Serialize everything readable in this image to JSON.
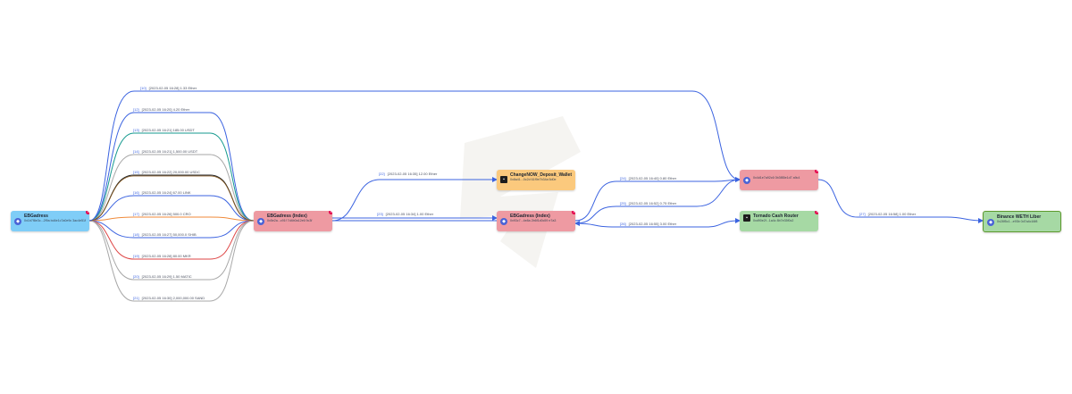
{
  "colors": {
    "blue_node": "#7fcdf7",
    "red_node": "#ee9aa2",
    "orange_node": "#fbc97d",
    "green_node": "#a6d9a4",
    "green_border": "#5d9a2e",
    "edge_blue": "#3b63e0",
    "edge_teal": "#169a8f",
    "edge_gray": "#a7a7a7",
    "edge_orange": "#f08a3a",
    "edge_black": "#222222",
    "edge_red": "#de4646",
    "badge": "#e4004b"
  },
  "nodes": [
    {
      "id": "n0",
      "title": "EBGadress",
      "sub": "0x1b7f8e3c...2f9a bd4e1c7a0e9c 3ac4e51f",
      "sub2": "",
      "color": "#7fcdf7",
      "icon": "ethereum-icon",
      "badge": "3"
    },
    {
      "id": "n1",
      "title": "EBGadress (Index)",
      "sub": "0x5e2a...c91f 7d4b0a12e6 9c3f",
      "sub2": "",
      "color": "#ee9aa2",
      "icon": "ethereum-icon",
      "badge": "3"
    },
    {
      "id": "n2",
      "title": "ChangeNOW_Deposit_Wallet",
      "sub": "0x8a41...0c2d 61f9e7b34a 5d0e",
      "sub2": "",
      "color": "#fbc97d",
      "icon": "exchange-square-icon",
      "badge": ""
    },
    {
      "id": "n3",
      "title": "EBGadress (Index)",
      "sub": "0x93c7...4e8a 2b6f1d0c59 e7a3",
      "sub2": "",
      "color": "#ee9aa2",
      "icon": "ethereum-icon",
      "badge": "3"
    },
    {
      "id": "n4",
      "title": "",
      "sub": "0x4d1e7a92c6 0b3f85e1d7 a9c4",
      "sub2": "",
      "color": "#ee9aa2",
      "icon": "ethereum-icon",
      "badge": "3"
    },
    {
      "id": "n5",
      "title": "Tornado Cash Router",
      "sub": "0xd90e2f...1a4c 8b7e35f0c2",
      "sub2": "",
      "color": "#a6d9a4",
      "icon": "exchange-square-icon",
      "badge": "3"
    },
    {
      "id": "n6",
      "title": "Binance WETH Liber",
      "sub": "0x28f5c1...e93b 0d7a4c16f8",
      "sub2": "",
      "color": "#a6d9a4",
      "icon": "ethereum-icon",
      "badge": ""
    }
  ],
  "edges": [
    {
      "tag": "[10]",
      "text": "[2023-02-05 16:28] 1.33 Ether"
    },
    {
      "tag": "[12]",
      "text": "[2023-02-05 16:20] 4.20 Ether"
    },
    {
      "tag": "[13]",
      "text": "[2023-02-05 16:21] 185.00 USDT"
    },
    {
      "tag": "[14]",
      "text": "[2023-02-05 16:21] 1,500.00 USDT"
    },
    {
      "tag": "[15]",
      "text": "[2023-02-05 16:22] 20,000.00 USDC"
    },
    {
      "tag": "[16]",
      "text": "[2023-02-05 16:24] 67.00 LINK"
    },
    {
      "tag": "[17]",
      "text": "[2023-02-05 16:26] 500.0 CRO"
    },
    {
      "tag": "[18]",
      "text": "[2023-02-05 16:27] 50,000.0 SHIB"
    },
    {
      "tag": "[19]",
      "text": "[2023-02-05 16:28] 80.00 MKR"
    },
    {
      "tag": "[20]",
      "text": "[2023-02-05 16:29] 1.50 MATIC"
    },
    {
      "tag": "[21]",
      "text": "[2023-02-05 16:30] 2,000,000.00 SAND"
    },
    {
      "tag": "[22]",
      "text": "[2023-02-05 16:35] 12.00 Ether"
    },
    {
      "tag": "[23]",
      "text": "[2023-02-05 16:34] 1.00 Ether"
    },
    {
      "tag": "[24]",
      "text": "[2023-02-05 16:40] 0.80 Ether"
    },
    {
      "tag": "[25]",
      "text": "[2023-02-05 16:52] 0.75 Ether"
    },
    {
      "tag": "[26]",
      "text": "[2023-02-05 16:55] 3.00 Ether"
    },
    {
      "tag": "[27]",
      "text": "[2023-02-05 16:58] 1.00 Ether"
    }
  ]
}
